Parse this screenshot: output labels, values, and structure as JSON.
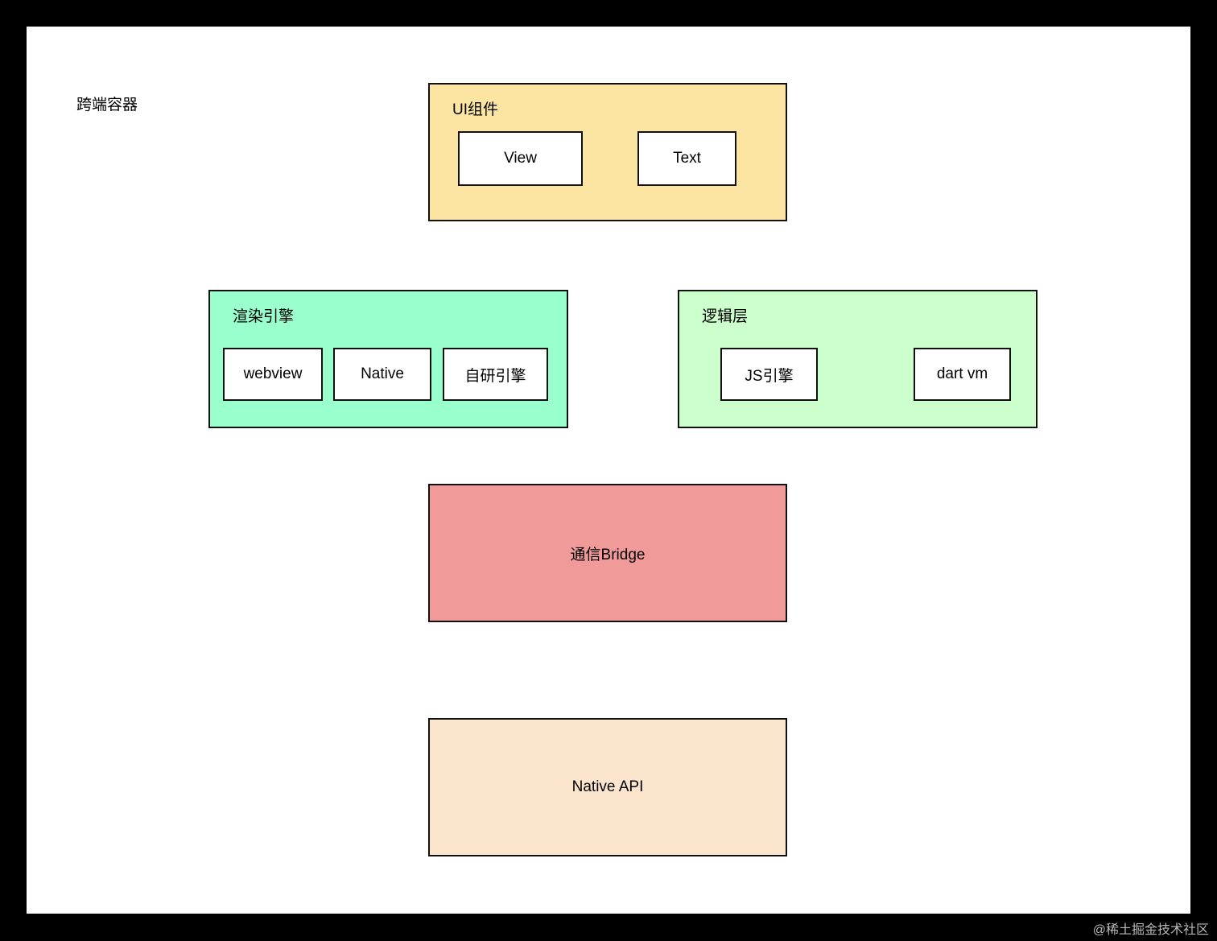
{
  "diagram": {
    "root_title": "跨端容器",
    "watermark": "@稀土掘金技术社区",
    "groups": [
      {
        "id": "ui-components",
        "label": "UI组件",
        "color": "#FCE5A2",
        "children": [
          {
            "id": "view",
            "label": "View"
          },
          {
            "id": "text",
            "label": "Text"
          }
        ]
      },
      {
        "id": "render-engine",
        "label": "渲染引擎",
        "color": "#99FFCC",
        "children": [
          {
            "id": "webview",
            "label": "webview"
          },
          {
            "id": "native",
            "label": "Native"
          },
          {
            "id": "self-engine",
            "label": "自研引擎"
          }
        ]
      },
      {
        "id": "logic-layer",
        "label": "逻辑层",
        "color": "#CCFFCC",
        "children": [
          {
            "id": "js-engine",
            "label": "JS引擎"
          },
          {
            "id": "dart-vm",
            "label": "dart vm"
          }
        ]
      }
    ],
    "blocks": [
      {
        "id": "bridge",
        "label": "通信Bridge",
        "color": "#F09A9A"
      },
      {
        "id": "native-api",
        "label": "Native API",
        "color": "#FCE5CD"
      }
    ]
  },
  "chart_data": {
    "type": "diagram",
    "title": "跨端容器",
    "layers": [
      {
        "name": "UI组件",
        "level": 1,
        "items": [
          "View",
          "Text"
        ]
      },
      {
        "name": "渲染引擎",
        "level": 2,
        "items": [
          "webview",
          "Native",
          "自研引擎"
        ]
      },
      {
        "name": "逻辑层",
        "level": 2,
        "items": [
          "JS引擎",
          "dart vm"
        ]
      },
      {
        "name": "通信Bridge",
        "level": 3,
        "items": []
      },
      {
        "name": "Native API",
        "level": 4,
        "items": []
      }
    ]
  }
}
